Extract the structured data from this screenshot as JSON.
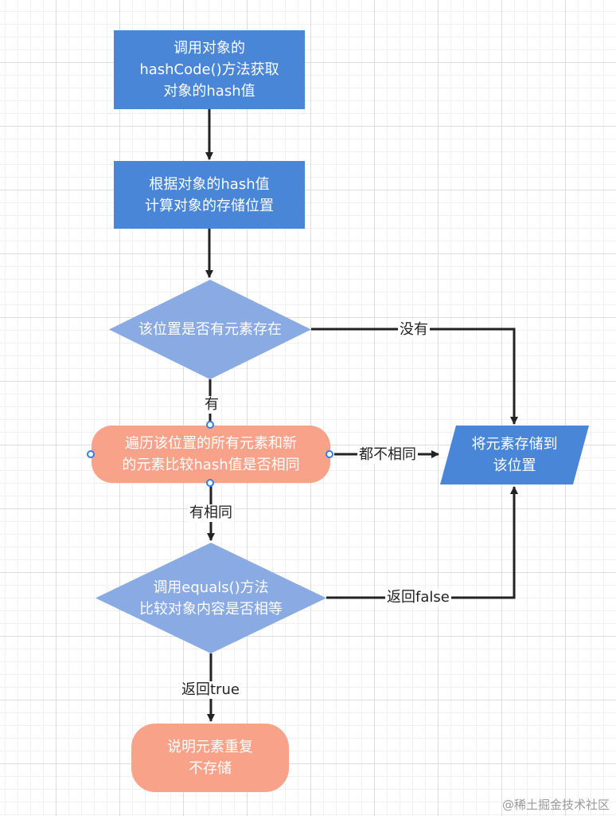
{
  "nodes": {
    "get_hash": "调用对象的\nhashCode()方法获取\n对象的hash值",
    "calc_position": "根据对象的hash值\n计算对象的存储位置",
    "has_element": "该位置是否有元素存在",
    "traverse_compare": "遍历该位置的所有元素和新\n的元素比较hash值是否相同",
    "store": "将元素存储到\n该位置",
    "equals_check": "调用equals()方法\n比较对象内容是否相等",
    "duplicate": "说明元素重复\n不存储"
  },
  "edges": {
    "none": "没有",
    "has": "有",
    "all_different": "都不相同",
    "same": "有相同",
    "return_false": "返回false",
    "return_true": "返回true"
  },
  "watermark": "@稀土掘金技术社区",
  "colors": {
    "process": "#4a86d8",
    "decision": "#8aaae3",
    "terminal": "#f9a28a",
    "arrow": "#222222",
    "handle": "#2f7ff0"
  }
}
